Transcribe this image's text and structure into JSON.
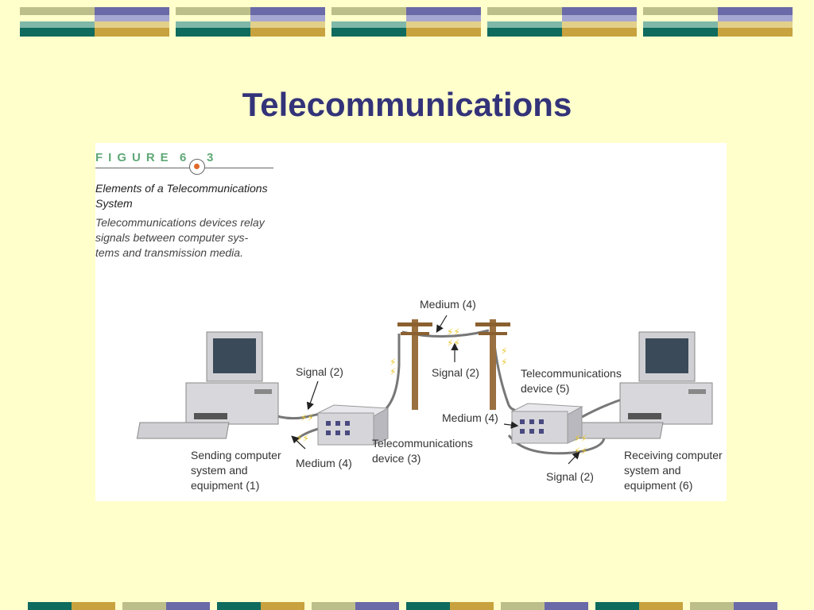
{
  "slide": {
    "title": "Telecommunications"
  },
  "figure": {
    "label": "FIGURE",
    "number_left": "6",
    "number_right": "3",
    "caption_title": "Elements of a Telecommunications System",
    "caption_text_lines": [
      "Telecommunications devices relay",
      "signals between computer sys-",
      "tems and transmission media."
    ]
  },
  "diagram": {
    "labels": {
      "medium_top": "Medium (4)",
      "signal_left": "Signal (2)",
      "signal_middle": "Signal (2)",
      "telecom_device_5_line1": "Telecommunications",
      "telecom_device_5_line2": "device (5)",
      "medium_right": "Medium (4)",
      "sending_line1": "Sending computer",
      "sending_line2": "system and",
      "sending_line3": "equipment (1)",
      "medium_bottom_left": "Medium (4)",
      "telecom_device_3_line1": "Telecommunications",
      "telecom_device_3_line2": "device (3)",
      "signal_bottom_right": "Signal (2)",
      "receiving_line1": "Receiving computer",
      "receiving_line2": "system and",
      "receiving_line3": "equipment (6)"
    }
  },
  "colors": {
    "background": "#FFFFCC",
    "title": "#33337A",
    "figure_label": "#5FA876",
    "signal": "#E8C830"
  }
}
